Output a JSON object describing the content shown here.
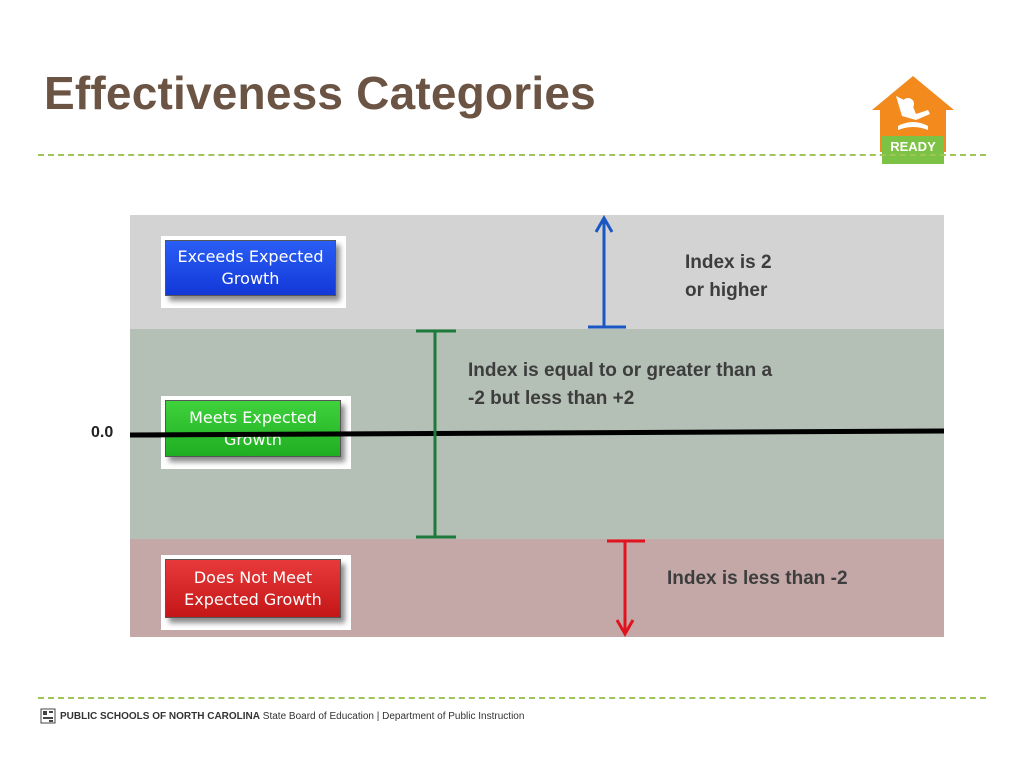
{
  "slide": {
    "title": "Effectiveness Categories",
    "logo_text": "READY"
  },
  "diagram": {
    "baseline_label": "0.0",
    "categories": [
      {
        "button_line1": "Exceeds Expected",
        "button_line2": "Growth",
        "description_line1": "Index is 2",
        "description_line2": "or higher",
        "color": "#1a44e6"
      },
      {
        "button_line1": "Meets Expected",
        "button_line2": "Growth",
        "description_line1": "Index is equal to or greater than a",
        "description_line2": "-2 but less than +2",
        "color": "#27bb2a"
      },
      {
        "button_line1": "Does Not Meet",
        "button_line2": "Expected Growth",
        "description_line1": "Index is less than -2",
        "description_line2": "",
        "color": "#d42020"
      }
    ],
    "arrow_colors": {
      "up": "#1a56c4",
      "range": "#1e7a3a",
      "down": "#e0141e"
    },
    "band_colors": {
      "top": "#d3d3d3",
      "middle": "#b4bfb6",
      "bottom": "#c4a8a8"
    }
  },
  "footer": {
    "org": "PUBLIC SCHOOLS OF NORTH CAROLINA",
    "rest": "State Board of Education | Department of Public Instruction"
  }
}
